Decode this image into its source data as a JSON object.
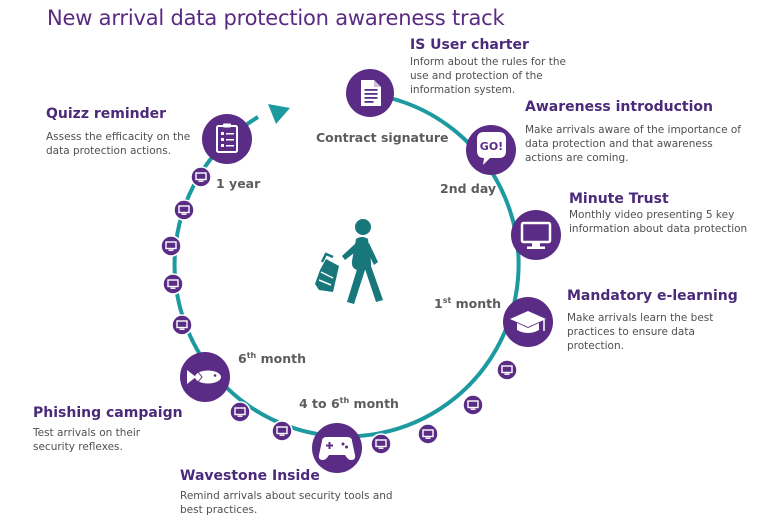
{
  "title": "New arrival data protection awareness track",
  "colors": {
    "ring": "#1c9aa0",
    "node": "#5b2c86",
    "figure": "#18777b",
    "heading": "#4b2a7a",
    "text": "#505050",
    "timing": "#5c5c5c"
  },
  "steps": {
    "is_user_charter": {
      "heading": "IS User charter",
      "description": "Inform about the rules for the\nuse and protection of the\ninformation system.",
      "icon": "document-icon"
    },
    "awareness_introduction": {
      "heading": "Awareness introduction",
      "description": "Make arrivals aware of the importance of\ndata protection and that awareness\nactions are coming.",
      "icon": "go-speech-bubble-icon",
      "icon_text": "GO!"
    },
    "minute_trust": {
      "heading": "Minute Trust",
      "description": "Monthly video presenting 5 key\ninformation about data protection",
      "icon": "monitor-icon"
    },
    "mandatory_elearning": {
      "heading": "Mandatory e-learning",
      "description": "Make arrivals learn the best\npractices to ensure data\nprotection.",
      "icon": "graduation-cap-icon"
    },
    "wavestone_inside": {
      "heading": "Wavestone Inside",
      "description": "Remind arrivals about security tools and\nbest practices.",
      "icon": "gamepad-icon"
    },
    "phishing_campaign": {
      "heading": "Phishing campaign",
      "description": "Test arrivals on their\nsecurity reflexes.",
      "icon": "fish-icon"
    },
    "quizz_reminder": {
      "heading": "Quizz reminder",
      "description": "Assess the efficacity on the\ndata protection actions.",
      "icon": "checklist-icon"
    }
  },
  "timings": {
    "contract_signature": "Contract signature",
    "second_day": "2nd day",
    "first_month": {
      "number": "1",
      "suffix": "st",
      "word": " month"
    },
    "four_to_sixth_month": {
      "prefix": "4 to 6",
      "suffix": "th",
      "word": " month"
    },
    "sixth_month": {
      "number": "6",
      "suffix": "th",
      "word": " month"
    },
    "one_year": "1 year"
  }
}
